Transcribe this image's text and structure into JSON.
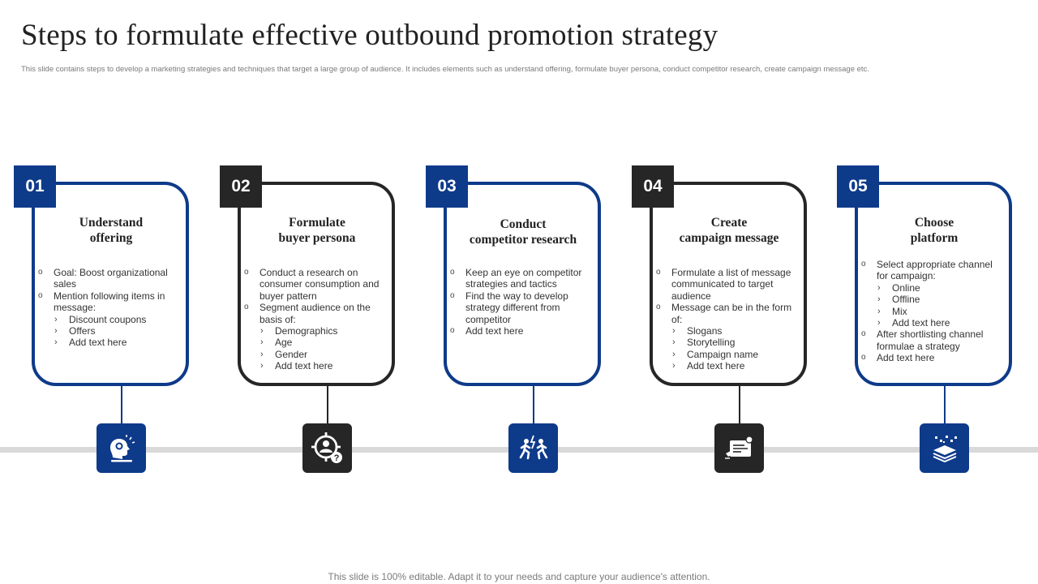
{
  "title": "Steps to formulate effective outbound  promotion strategy",
  "subtitle": "This slide contains steps to develop a marketing  strategies and techniques that target a large group of audience. It includes elements  such as understand offering, formulate buyer persona, conduct competitor research, create campaign message etc.",
  "footer": "This slide is 100% editable. Adapt it to your needs and capture your audience's attention.",
  "colors": {
    "accent": "#0e3a8a",
    "dark": "#262626",
    "track": "#d9d9d9"
  },
  "steps": [
    {
      "number": "01",
      "title_lines": [
        "Understand",
        "offering"
      ],
      "icon": "lightbulb-head-icon",
      "items": [
        {
          "text": "Goal: Boost organizational sales",
          "sub": []
        },
        {
          "text": "Mention following items in message:",
          "sub": [
            "Discount coupons",
            "Offers",
            "Add text here"
          ]
        }
      ]
    },
    {
      "number": "02",
      "title_lines": [
        "Formulate",
        "buyer persona"
      ],
      "icon": "target-user-question-icon",
      "items": [
        {
          "text": "Conduct a research on consumer consumption and buyer pattern",
          "sub": []
        },
        {
          "text": "Segment audience on the basis of:",
          "sub": [
            "Demographics",
            "Age",
            "Gender",
            "Add text here"
          ]
        }
      ]
    },
    {
      "number": "03",
      "title_lines": [
        "Conduct",
        "competitor research"
      ],
      "icon": "competitors-icon",
      "items": [
        {
          "text": "Keep an eye  on competitor strategies and tactics",
          "sub": []
        },
        {
          "text": "Find the way to  develop strategy different from competitor",
          "sub": []
        },
        {
          "text": "Add text here",
          "sub": []
        }
      ]
    },
    {
      "number": "04",
      "title_lines": [
        "Create",
        "campaign message"
      ],
      "icon": "campaign-message-icon",
      "items": [
        {
          "text": "Formulate a list of message communicated to target audience",
          "sub": []
        },
        {
          "text": "Message can be in the form of:",
          "sub": [
            "Slogans",
            "Storytelling",
            "Campaign name",
            "Add text here"
          ]
        }
      ]
    },
    {
      "number": "05",
      "title_lines": [
        "Choose",
        "platform"
      ],
      "icon": "platform-layers-icon",
      "items": [
        {
          "text": "Select appropriate channel for campaign:",
          "sub": [
            "Online",
            "Offline",
            "Mix",
            "Add text here"
          ]
        },
        {
          "text": "After  shortlisting channel formulae a strategy",
          "sub": []
        },
        {
          "text": "Add text here",
          "sub": []
        }
      ]
    }
  ]
}
